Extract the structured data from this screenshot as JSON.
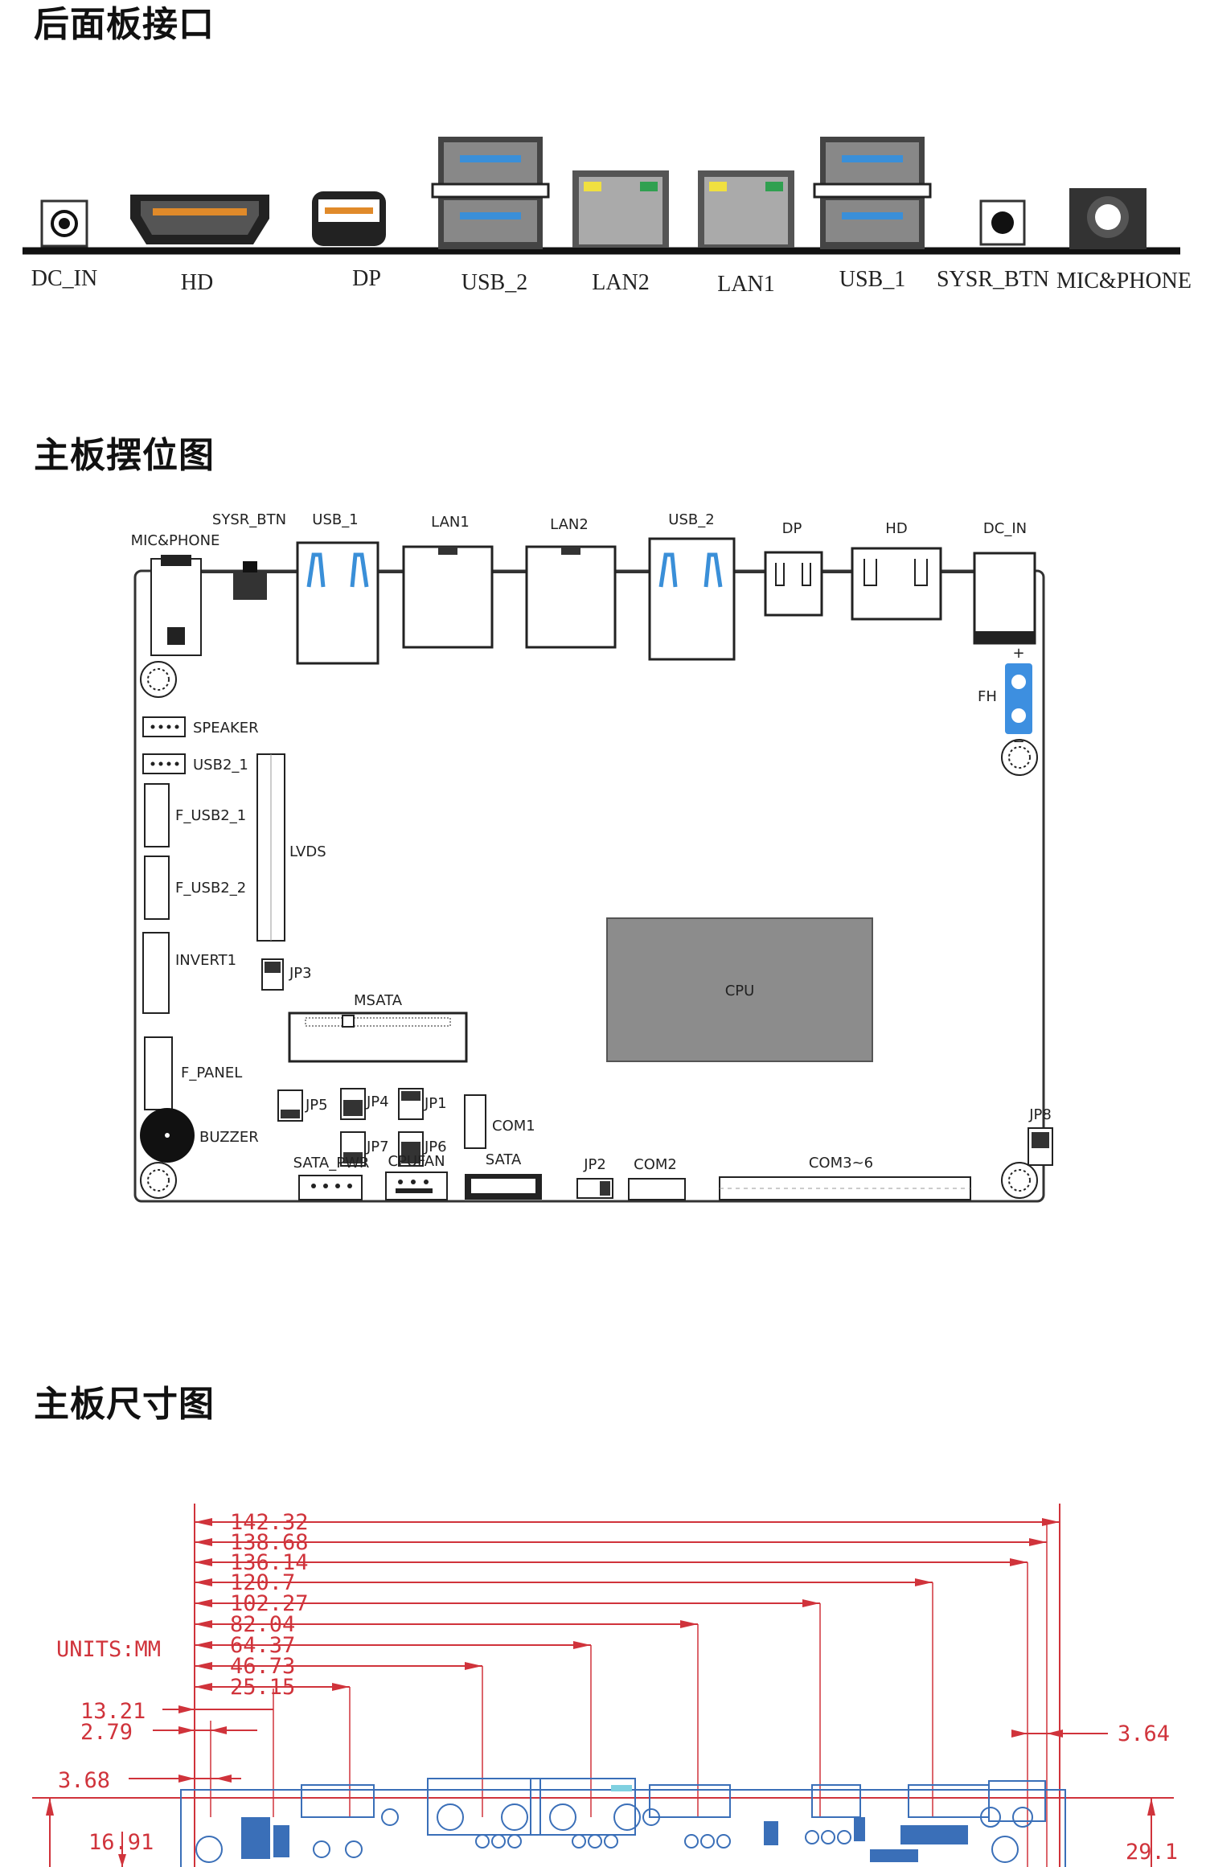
{
  "sections": {
    "rear_panel_title": "后面板接口",
    "layout_title": "主板摆位图",
    "dimension_title": "主板尺寸图"
  },
  "rear_panel": {
    "ports": [
      {
        "label": "DC_IN"
      },
      {
        "label": "HD"
      },
      {
        "label": "DP"
      },
      {
        "label": "USB_2"
      },
      {
        "label": "LAN2"
      },
      {
        "label": "LAN1"
      },
      {
        "label": "USB_1"
      },
      {
        "label": "SYSR_BTN"
      },
      {
        "label": "MIC&PHONE"
      }
    ]
  },
  "board_layout": {
    "top_connectors": {
      "sysr_btn": "SYSR_BTN",
      "usb_1": "USB_1",
      "lan1": "LAN1",
      "lan2": "LAN2",
      "usb_2": "USB_2",
      "dp": "DP",
      "hd": "HD",
      "dc_in": "DC_IN",
      "mic_phone": "MIC&PHONE"
    },
    "components": {
      "speaker": "SPEAKER",
      "usb2_1": "USB2_1",
      "f_usb2_1": "F_USB2_1",
      "lvds": "LVDS",
      "f_usb2_2": "F_USB2_2",
      "invert1": "INVERT1",
      "jp3": "JP3",
      "msata": "MSATA",
      "cpu": "CPU",
      "f_panel": "F_PANEL",
      "jp5": "JP5",
      "jp4": "JP4",
      "jp1": "JP1",
      "com1": "COM1",
      "jp7": "JP7",
      "jp6": "JP6",
      "buzzer": "BUZZER",
      "sata_pwr": "SATA_PWR",
      "cpufan": "CPUFAN",
      "sata": "SATA",
      "jp2": "JP2",
      "com2": "COM2",
      "com3_6": "COM3~6",
      "jp8": "JP8",
      "fh": "FH",
      "fh_plus": "+",
      "fh_minus": "−"
    }
  },
  "dimensions": {
    "units": "UNITS:MM",
    "horizontal": [
      "142.32",
      "138.68",
      "136.14",
      "120.7",
      "102.27",
      "82.04",
      "64.37",
      "46.73",
      "25.15"
    ],
    "left": [
      "13.21",
      "2.79",
      "3.68"
    ],
    "right": "3.64",
    "bottom_left": "16.91",
    "bottom_right": "29.1"
  },
  "colors": {
    "usb_blue": "#3a8fd8",
    "hdmi_orange": "#e08a2a",
    "lan_yellow": "#f0e040",
    "lan_green": "#30a050",
    "cpu_gray": "#8c8c8c",
    "fh_blue": "#3d8fe0",
    "dim_red": "#d0333b"
  }
}
